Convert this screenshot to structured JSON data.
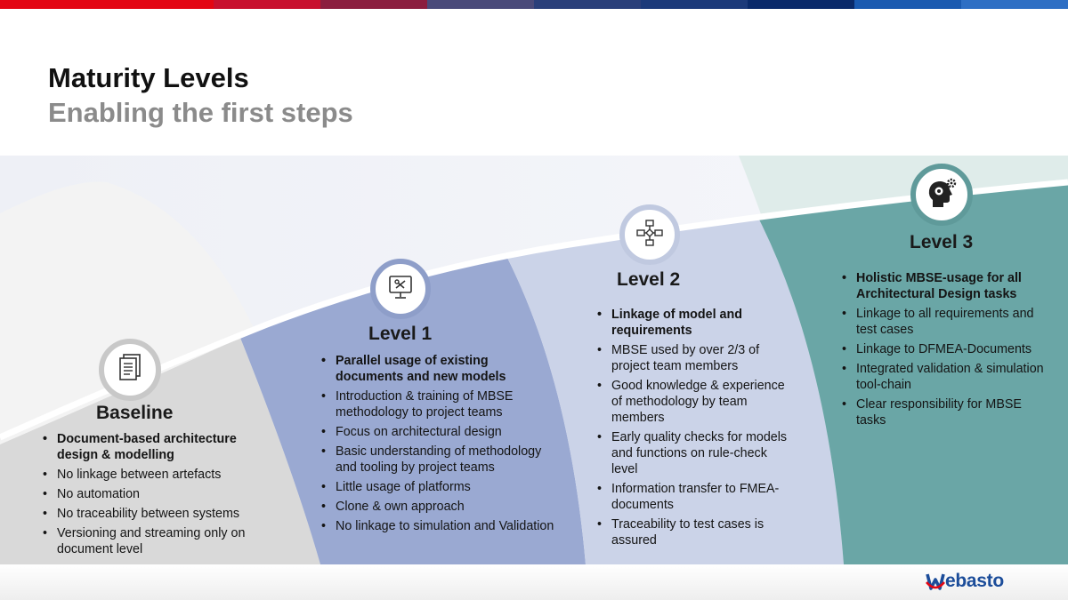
{
  "header": {
    "title": "Maturity Levels",
    "subtitle": "Enabling the first steps",
    "stripe_colors": [
      "#e30613",
      "#e30613",
      "#c8102e",
      "#8b1e3f",
      "#4a4a7a",
      "#2a3f7a",
      "#1c3a7a",
      "#0a2a6a",
      "#1a5ab0",
      "#2e6fc4"
    ]
  },
  "colors": {
    "baseline_band": "#d9d9d9",
    "level1_band": "#9aa9d2",
    "level2_band": "#cbd3e8",
    "level3_band": "#6aa6a6",
    "logo_blue": "#1c4d9a",
    "logo_red": "#e30613"
  },
  "levels": [
    {
      "title": "Baseline",
      "icon": "documents-icon",
      "bullets": [
        {
          "text": "Document-based architecture design & modelling",
          "bold": true
        },
        {
          "text": "No linkage between artefacts",
          "bold": false
        },
        {
          "text": "No automation",
          "bold": false
        },
        {
          "text": "No traceability between systems",
          "bold": false
        },
        {
          "text": "Versioning and streaming only on document level",
          "bold": false
        }
      ]
    },
    {
      "title": "Level 1",
      "icon": "monitor-tools-icon",
      "bullets": [
        {
          "text": "Parallel usage of existing documents and new models",
          "bold": true
        },
        {
          "text": "Introduction & training of MBSE methodology to project teams",
          "bold": false
        },
        {
          "text": "Focus on architectural design",
          "bold": false
        },
        {
          "text": "Basic understanding of methodology and tooling by project teams",
          "bold": false
        },
        {
          "text": "Little usage of platforms",
          "bold": false
        },
        {
          "text": "Clone & own approach",
          "bold": false
        },
        {
          "text": "No linkage to simulation and Validation",
          "bold": false
        }
      ]
    },
    {
      "title": "Level 2",
      "icon": "flowchart-icon",
      "bullets": [
        {
          "text": "Linkage of model and requirements",
          "bold": true
        },
        {
          "text": "MBSE used by over 2/3 of project team members",
          "bold": false
        },
        {
          "text": "Good knowledge & experience of methodology by team members",
          "bold": false
        },
        {
          "text": "Early quality checks for models and functions on rule-check level",
          "bold": false
        },
        {
          "text": "Information transfer to FMEA-documents",
          "bold": false
        },
        {
          "text": "Traceability to test cases is assured",
          "bold": false
        }
      ]
    },
    {
      "title": "Level 3",
      "icon": "head-gears-icon",
      "bullets": [
        {
          "text": "Holistic MBSE-usage for all Architectural Design tasks",
          "bold": true
        },
        {
          "text": "Linkage to all requirements and test cases",
          "bold": false
        },
        {
          "text": "Linkage to DFMEA-Documents",
          "bold": false
        },
        {
          "text": "Integrated validation & simulation tool-chain",
          "bold": false
        },
        {
          "text": "Clear responsibility for MBSE tasks",
          "bold": false
        }
      ]
    }
  ],
  "logo": {
    "text": "ebasto"
  }
}
